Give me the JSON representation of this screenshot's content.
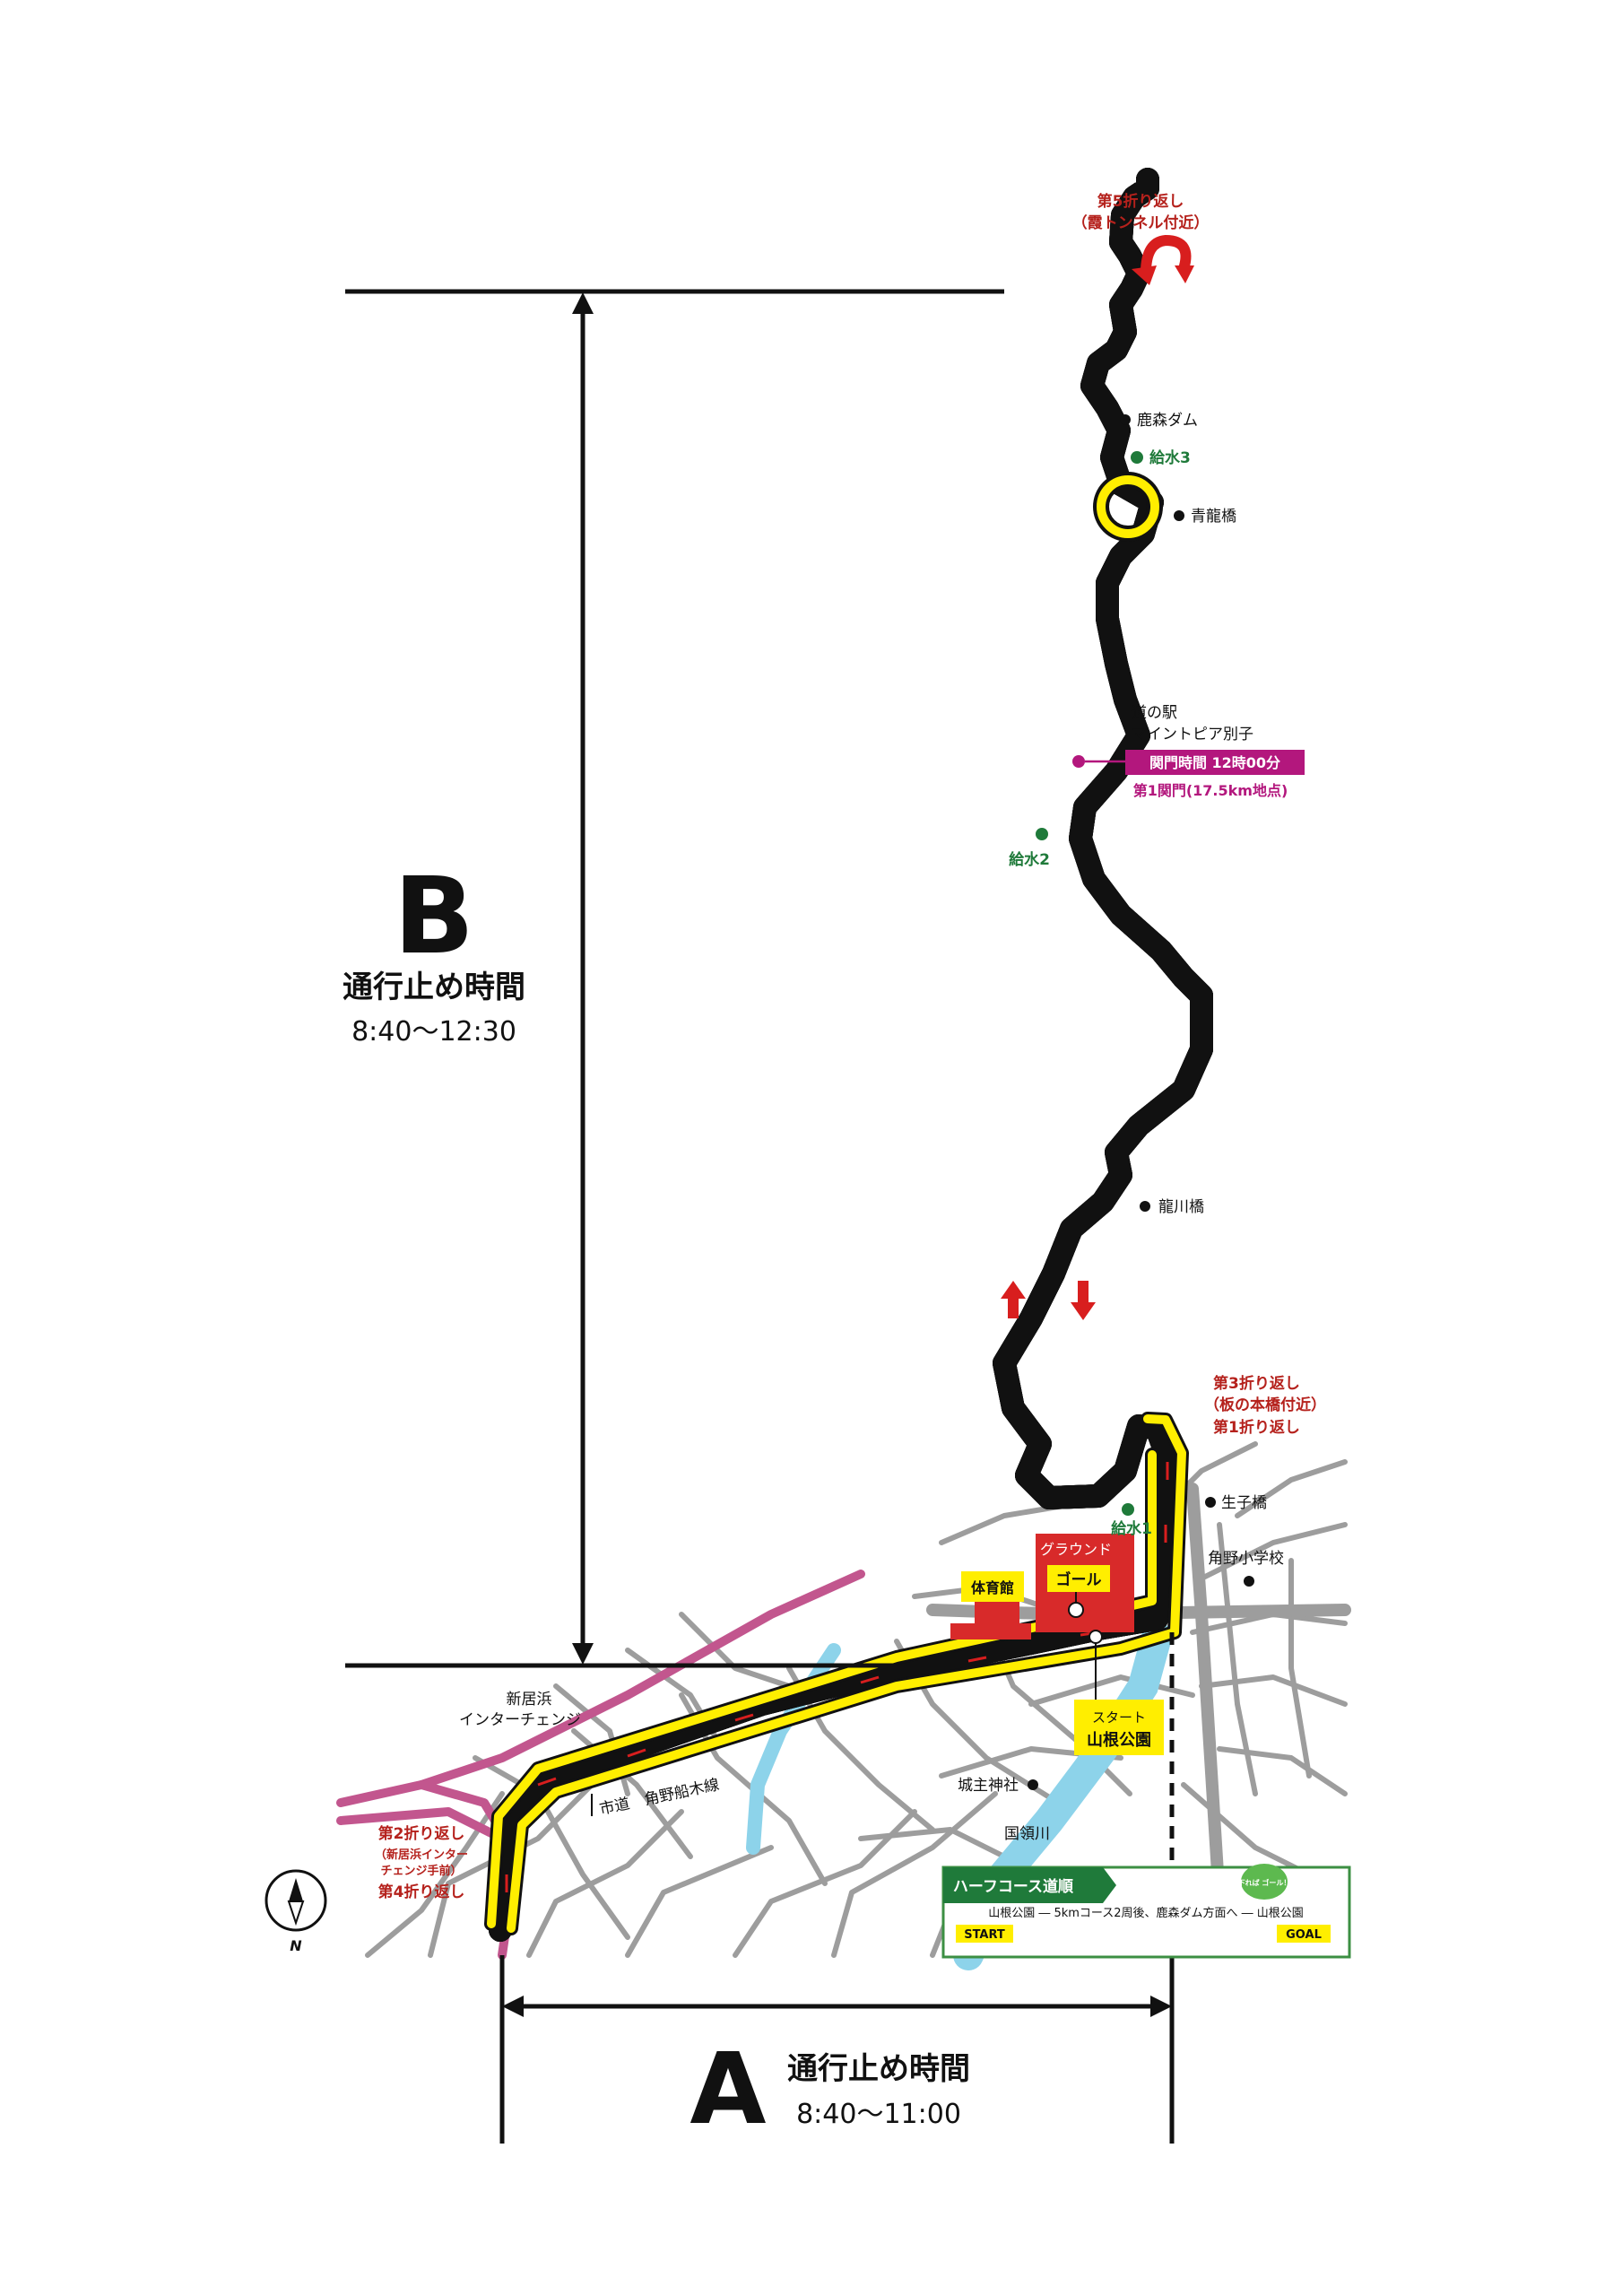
{
  "zones": {
    "b": {
      "letter": "B",
      "title": "通行止め時間",
      "time": "8:40〜12:30"
    },
    "a": {
      "letter": "A",
      "title": "通行止め時間",
      "time": "8:40〜11:00"
    }
  },
  "turnarounds": {
    "t5": {
      "line1": "第5折り返し",
      "line2": "（霞トンネル付近）"
    },
    "t3": {
      "line1": "第3折り返し",
      "line2": "（板の本橋付近）"
    },
    "t1": {
      "line1": "第1折り返し"
    },
    "t2": {
      "line1": "第2折り返し",
      "line2": "（新居浜インター",
      "line3": "チェンジ手前）"
    },
    "t4": {
      "line1": "第4折り返し"
    }
  },
  "places": {
    "kanamori_dam": "鹿森ダム",
    "seiryu_bridge": "青龍橋",
    "michinoeki_1": "道の駅",
    "michinoeki_2": "マイントピア別子",
    "ryusen_bridge": "龍川橋",
    "shoji_bridge": "生子橋",
    "kadono_school": "角野小学校",
    "ground": "グラウンド",
    "gym": "体育館",
    "goal": "ゴール",
    "start_1": "スタート",
    "start_2": "山根公園",
    "interchange_1": "新居浜",
    "interchange_2": "インターチェンジ",
    "road": "市道　角野船木線",
    "shrine": "城主神社",
    "river": "国領川"
  },
  "water": {
    "w1": "給水1",
    "w2": "給水2",
    "w3": "給水3"
  },
  "checkpoint": {
    "time": "関門時間 12時00分",
    "name": "第1関門(17.5km地点)"
  },
  "legend": {
    "title": "ハーフコース道順",
    "route": "山根公園 ― 5kmコース2周後、鹿森ダム方面へ ― 山根公園",
    "start": "START",
    "goal": "GOAL",
    "badge": "下れば ゴール！"
  },
  "compass": {
    "letter": "N"
  },
  "colors": {
    "course": "#ffee00",
    "turn_text": "#b5211c",
    "water_green": "#1f7a3a",
    "checkpoint": "#b3177d",
    "highway": "#c2568e",
    "river": "#8dd3ea",
    "road": "#9d9d9d"
  }
}
